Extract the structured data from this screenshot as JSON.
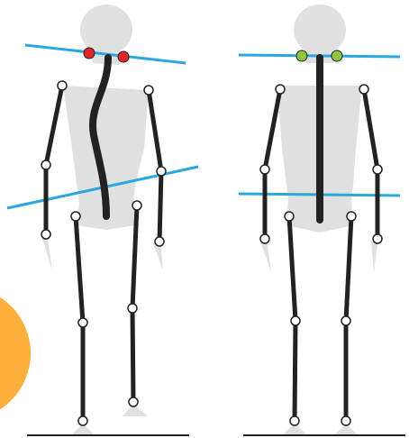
{
  "figures": [
    {
      "id": "left",
      "posture": "misaligned",
      "joint_color": "#e3242b"
    },
    {
      "id": "right",
      "posture": "aligned",
      "joint_color": "#8dc63f"
    }
  ],
  "colors": {
    "body_silhouette": "#e0e0e0",
    "bone": "#222222",
    "alignment_line": "#29a8e0",
    "joint_fill": "#ffffff",
    "accent_circle": "#fbb03b",
    "ground": "#222222"
  },
  "icons": [
    "head-silhouette",
    "torso-silhouette",
    "skeleton-stick-figure",
    "shoulder-joint-marker"
  ]
}
